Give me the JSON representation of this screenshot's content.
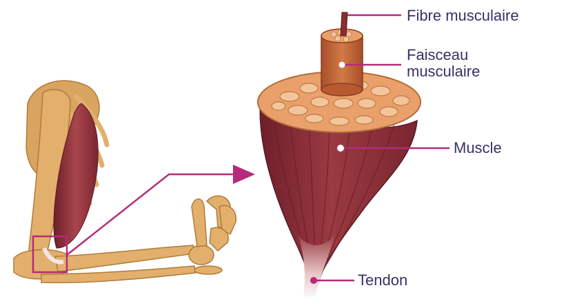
{
  "labels": {
    "fibre": "Fibre musculaire",
    "faisceau_line1": "Faisceau",
    "faisceau_line2": "musculaire",
    "muscle": "Muscle",
    "tendon": "Tendon"
  },
  "colors": {
    "label_text": "#3a2f66",
    "leader_line": "#b52a7a",
    "muscle_body": "#8e2f38",
    "muscle_cross_section": "#e9a06a",
    "fascicle": "#c86a3a",
    "bone": "#e2b06c"
  },
  "icons": [
    "arrow-icon"
  ]
}
